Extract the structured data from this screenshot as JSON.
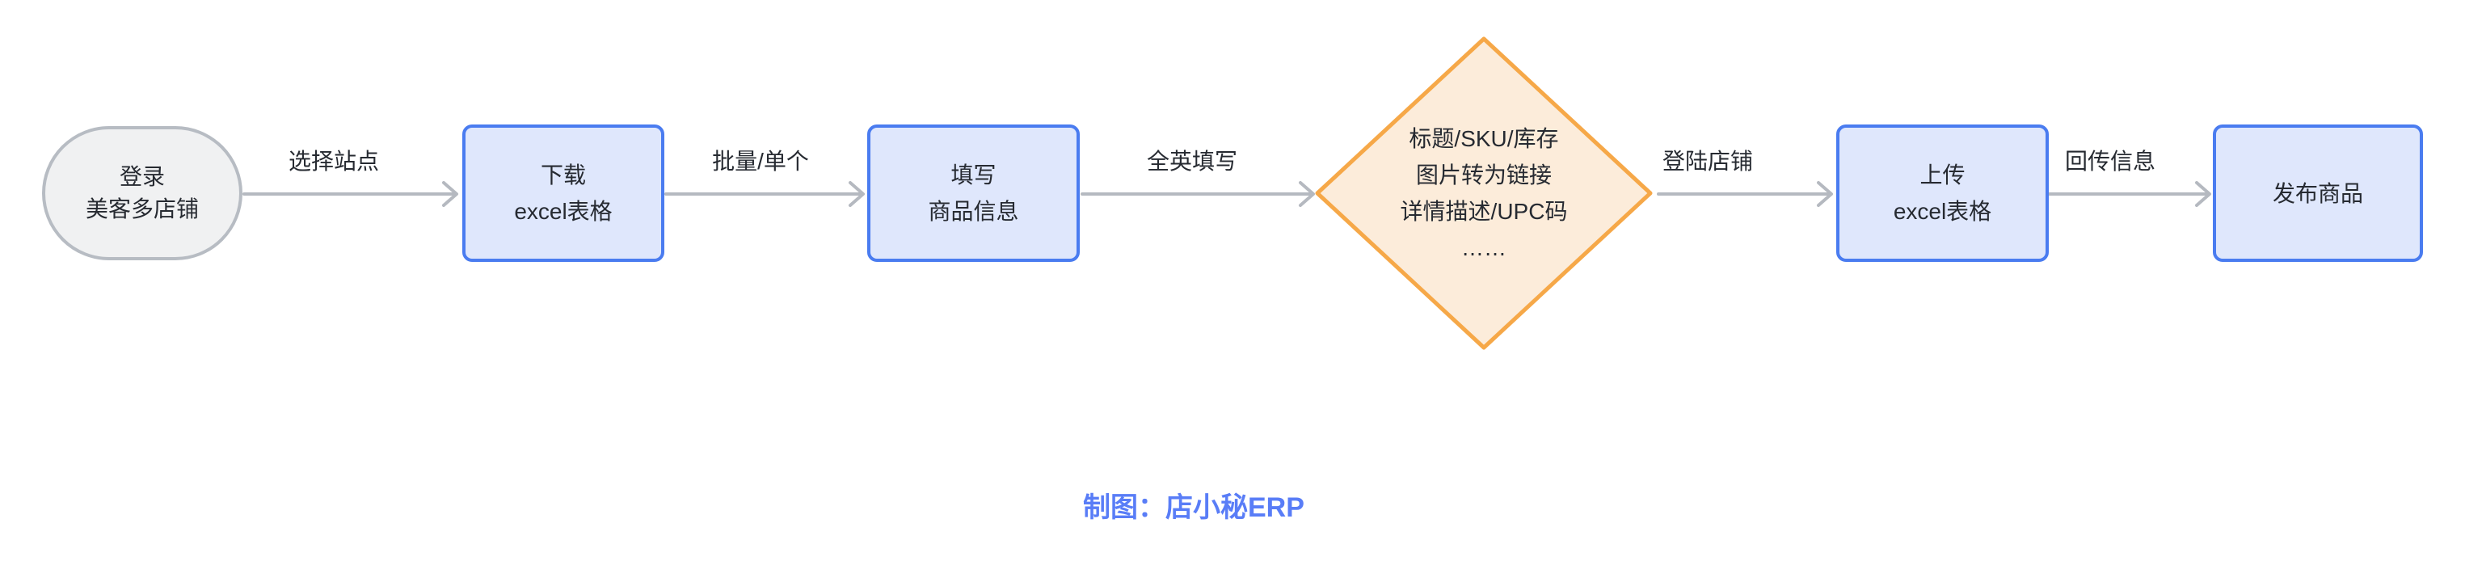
{
  "diagram": {
    "title_caption": "制图：店小秘ERP",
    "nodes": [
      {
        "id": "login-store",
        "type": "terminator",
        "label_lines": [
          "登录",
          "美客多店铺"
        ]
      },
      {
        "id": "download-excel",
        "type": "process",
        "label_lines": [
          "下载",
          "excel表格"
        ]
      },
      {
        "id": "fill-info",
        "type": "process",
        "label_lines": [
          "填写",
          "商品信息"
        ]
      },
      {
        "id": "decision-fields",
        "type": "decision",
        "label_lines": [
          "标题/SKU/库存",
          "图片转为链接",
          "详情描述/UPC码",
          "……"
        ]
      },
      {
        "id": "upload-excel",
        "type": "process",
        "label_lines": [
          "上传",
          "excel表格"
        ]
      },
      {
        "id": "publish-product",
        "type": "process",
        "label_lines": [
          "发布商品"
        ]
      }
    ],
    "edges": [
      {
        "from": "login-store",
        "to": "download-excel",
        "label": "选择站点"
      },
      {
        "from": "download-excel",
        "to": "fill-info",
        "label": "批量/单个"
      },
      {
        "from": "fill-info",
        "to": "decision-fields",
        "label": "全英填写"
      },
      {
        "from": "decision-fields",
        "to": "upload-excel",
        "label": "登陆店铺"
      },
      {
        "from": "upload-excel",
        "to": "publish-product",
        "label": "回传信息"
      }
    ],
    "colors": {
      "process_fill": "#dfe7fc",
      "process_border": "#4a7cf0",
      "terminator_fill": "#f0f1f2",
      "terminator_border": "#b7bcc3",
      "decision_fill": "#fcecda",
      "decision_border": "#f6a848",
      "arrow": "#b5b9c0",
      "node_text": "#262a31",
      "caption_text": "#597df7",
      "background": "#ffffff"
    }
  }
}
